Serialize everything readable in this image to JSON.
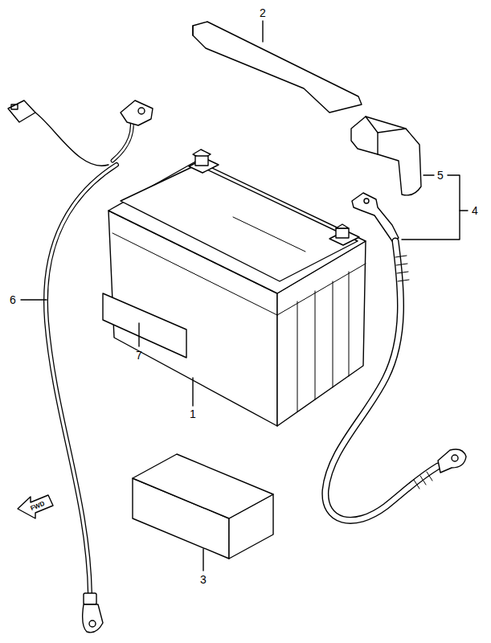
{
  "diagram": {
    "labels": [
      "2",
      "5",
      "4",
      "6",
      "7",
      "1",
      "FWD",
      "3"
    ]
  }
}
